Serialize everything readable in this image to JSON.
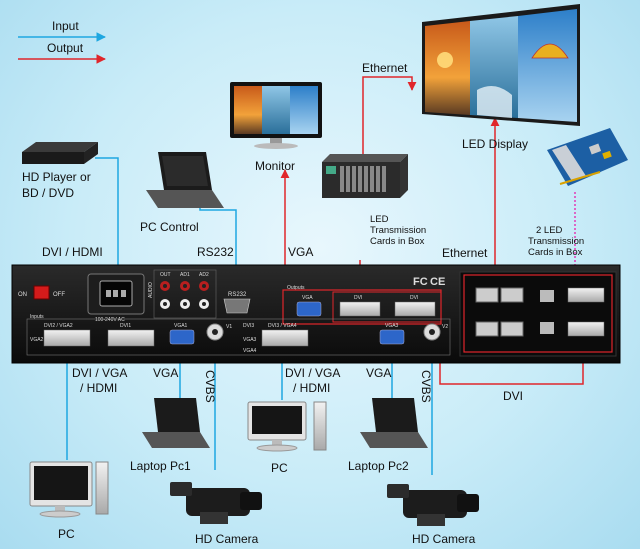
{
  "legend": {
    "input": "Input",
    "output": "Output"
  },
  "colors": {
    "input": "#1ea7e1",
    "output": "#e0262b",
    "ethernet_dotted": "#e33bb5"
  },
  "devices": {
    "hd_player": [
      "HD Player or",
      "BD / DVD"
    ],
    "pc_control": "PC Control",
    "monitor": "Monitor",
    "led_display": "LED Display",
    "led_cards_box_a": [
      "LED",
      "Transmission",
      "Cards in Box"
    ],
    "led_cards_box_b": [
      "2 LED",
      "Transmission",
      "Cards in Box"
    ],
    "laptop_pc1": "Laptop Pc1",
    "laptop_pc2": "Laptop Pc2",
    "pc_center": "PC",
    "pc_left": "PC",
    "hd_camera_left": "HD Camera",
    "hd_camera_right": "HD Camera"
  },
  "connections": {
    "ethernet_top": "Ethernet",
    "ethernet_mid": "Ethernet",
    "dvi_hdmi": "DVI / HDMI",
    "rs232": "RS232",
    "vga_top": "VGA",
    "dvi_right": "DVI",
    "dvi_vga_hdmi_left": [
      "DVI / VGA",
      "/ HDMI"
    ],
    "vga_left": "VGA",
    "cvbs_left": "CVBS",
    "dvi_vga_hdmi_mid": [
      "DVI / VGA",
      "/ HDMI"
    ],
    "vga_mid": "VGA",
    "cvbs_right": "CVBS"
  },
  "panel": {
    "on": "ON",
    "off": "OFF",
    "ac": "100-240V AC",
    "audio_ports": [
      "OUT",
      "AD1",
      "AD2"
    ],
    "audio": "AUDIO",
    "rs232": "RS232",
    "outputs": "Outputs",
    "vga": "VGA",
    "dvi": "DVI",
    "fc": "FC",
    "ce": "CE",
    "inputs": "Inputs",
    "dvi2_vga2": "DVI2 / VGA2",
    "vga2": "VGA2",
    "dvi1": "DVI1",
    "vga1": "VGA1",
    "v1": "V1",
    "dvi3": "DVI3",
    "vga3_side": "VGA3",
    "dvi3_vga4": "DVI3 / VGA4",
    "vga4": "VGA4",
    "vga3": "VGA3",
    "v2": "V2"
  }
}
